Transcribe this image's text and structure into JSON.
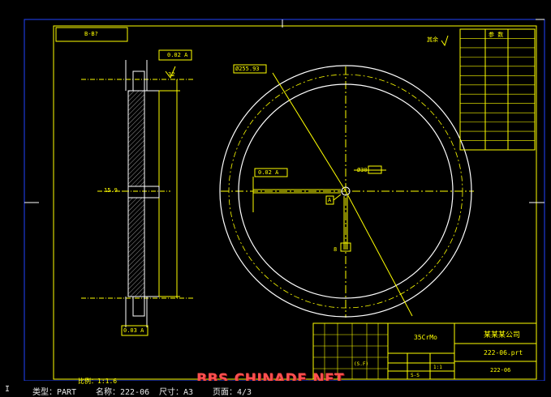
{
  "drawing": {
    "view_label": "B-B?",
    "company": "某某某公司",
    "material": "35CrMo",
    "drawing_no": "222-06.prt",
    "part_code": "222-06",
    "roughness_note": "其余",
    "dim_outer": "Ø255.93",
    "dim_bore": "Ø30",
    "dim_key": "8",
    "dim_width": "32",
    "dim_side_tol": "15.9",
    "tol_frame_1": "0.02 A",
    "tol_frame_2": "0.03 A",
    "datum_a": "A",
    "tb_small_1": "(S.F)",
    "tb_small_2": "1:1",
    "tb_small_3": "S-S"
  },
  "params_table": {
    "rows": 13,
    "header": "参 数"
  },
  "status_bar": {
    "cursor": "I",
    "type_text": "类型：PART",
    "name_text": "名称：222-06",
    "size_text": "尺寸：A3",
    "page_text": "页面：4/3",
    "scale_text": "比例：1:1.6"
  },
  "watermark": "BBS.CHINADE.NET",
  "colors": {
    "background": "#000000",
    "border": "#2244ff",
    "geometry": "#ffffff",
    "annotation": "#ffff00",
    "watermark": "#ff5050"
  }
}
